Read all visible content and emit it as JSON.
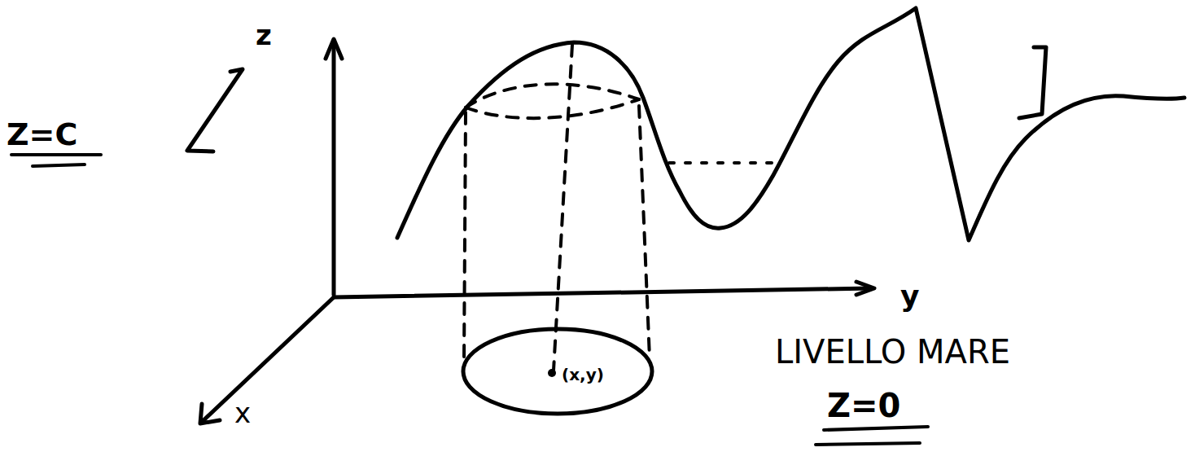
{
  "diagram": {
    "labels": [
      "z",
      "Z=C",
      "y",
      "x",
      "(x,y)",
      "LIVELLO MARE",
      "Z=0"
    ]
  }
}
